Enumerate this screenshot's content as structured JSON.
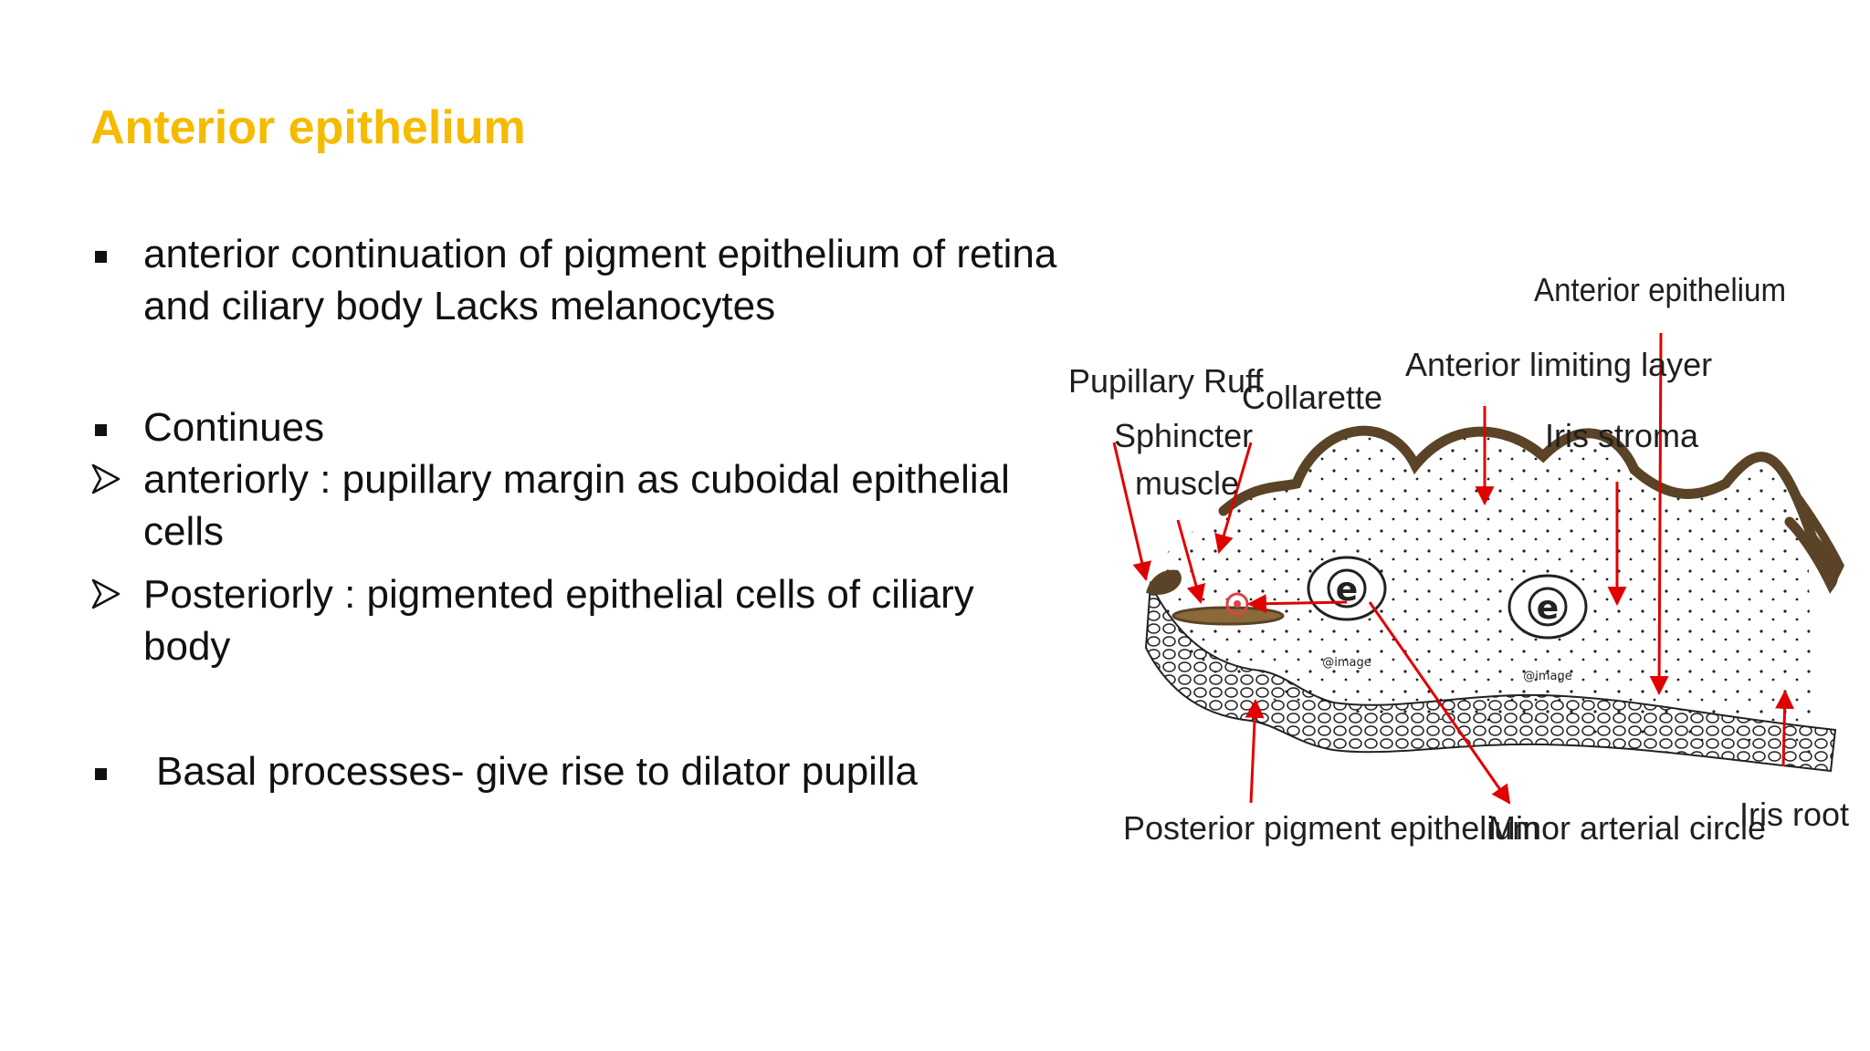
{
  "slide": {
    "title": "Anterior epithelium",
    "bullets": [
      {
        "text": "anterior continuation of pigment epithelium of retina and ciliary body Lacks melanocytes",
        "marker": "square"
      },
      {
        "text": "Continues",
        "marker": "square"
      },
      {
        "text": "anteriorly : pupillary margin as cuboidal epithelial cells",
        "marker": "arrow"
      },
      {
        "text": "Posteriorly : pigmented epithelial cells of ciliary body",
        "marker": "arrow"
      },
      {
        "text": "Basal processes- give rise to dilator pupilla",
        "marker": "square"
      }
    ]
  },
  "diagram": {
    "labels": {
      "anterior_epithelium": "Anterior epithelium",
      "pupillary_ruff": "Pupillary Ruff",
      "collarette": "Collarette",
      "anterior_limiting_layer": "Anterior limiting layer",
      "sphincter": "Sphincter",
      "muscle": "muscle",
      "iris_stroma": "Iris stroma",
      "posterior_pigment_epithelium": "Posterior pigment epithelium",
      "minor_arterial_circle": "Minor arterial circle",
      "iris_root": "Iris root"
    },
    "watermark": "@image",
    "colors": {
      "arrow": "#e00000",
      "tissue": "#5a4326",
      "title": "#f5bb00"
    }
  }
}
